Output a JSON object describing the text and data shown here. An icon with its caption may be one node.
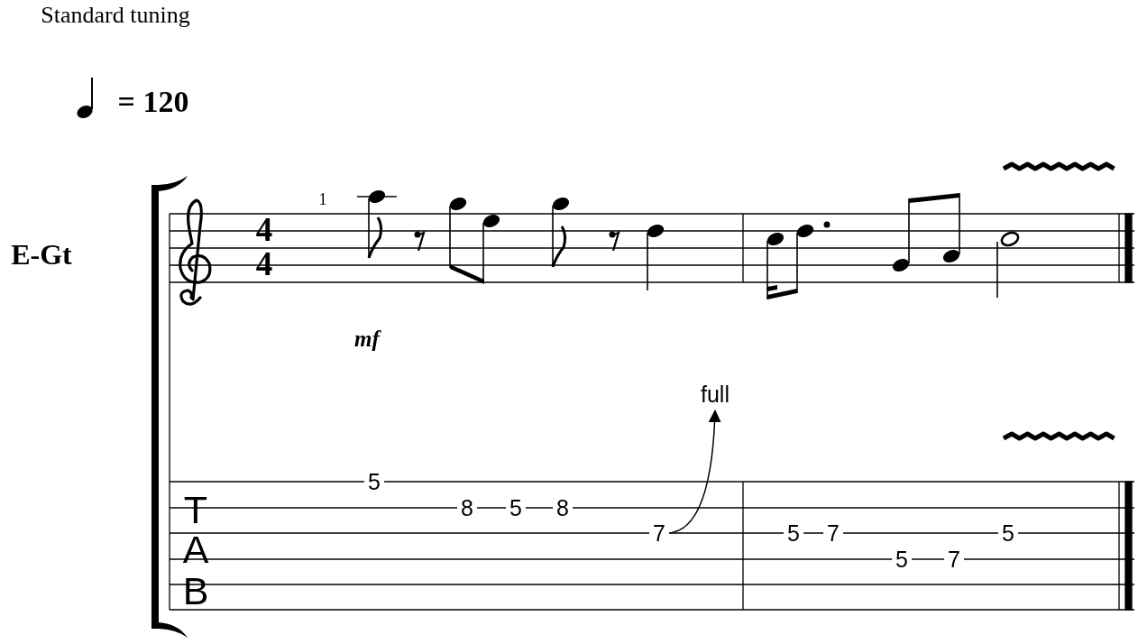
{
  "diagram": {
    "nodes": [
      {
        "text": [
          "5"
        ]
      },
      {
        "text": [
          "8"
        ]
      },
      {
        "text": [
          "5"
        ]
      },
      {
        "text": [
          "8"
        ]
      },
      {
        "text": [
          "7"
        ]
      },
      {
        "text": [
          "5"
        ]
      },
      {
        "text": [
          "7"
        ]
      },
      {
        "text": [
          "5"
        ]
      },
      {
        "text": [
          "7"
        ]
      },
      {
        "text": [
          "5"
        ]
      },
      {
        "text": [
          "full"
        ]
      }
    ],
    "edges": [
      {
        "from": 4,
        "to": 10,
        "arrow": "to"
      }
    ],
    "labels": [
      "Standard tuning",
      "= 120",
      "1",
      "E-Gt",
      "4",
      "4",
      "mf",
      "T",
      "A",
      "B"
    ]
  }
}
